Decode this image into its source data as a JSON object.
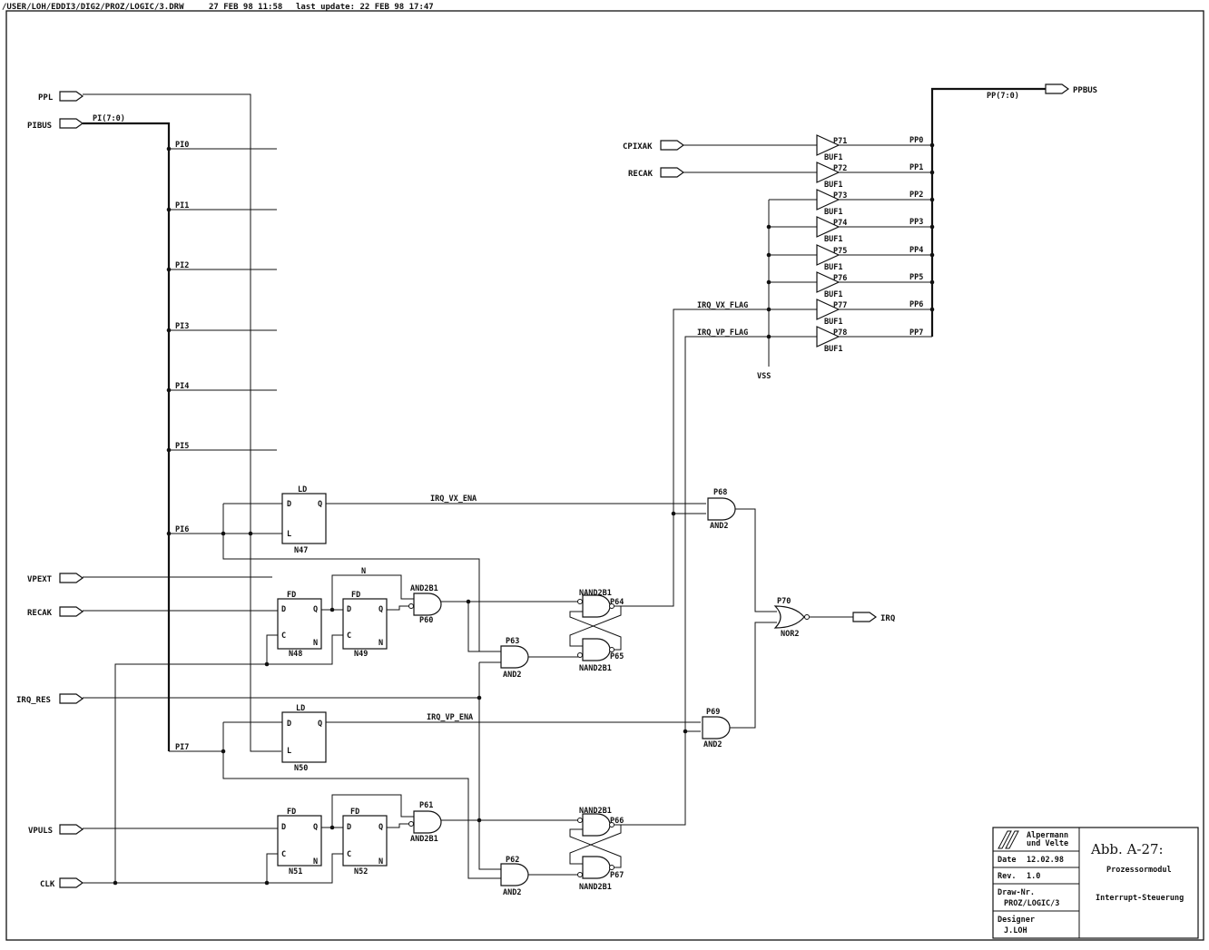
{
  "header": {
    "path": "/USER/LOH/EDDI3/DIG2/PROZ/LOGIC/3.DRW",
    "date": "27 FEB 98 11:58",
    "update": "last update: 22 FEB 98 17:47"
  },
  "ports": {
    "ppl": "PPL",
    "pibus": "PIBUS",
    "vpext": "VPEXT",
    "recak_left": "RECAK",
    "irq_res": "IRQ_RES",
    "vpuls": "VPULS",
    "clk": "CLK",
    "cpixak": "CPIXAK",
    "recak_right": "RECAK",
    "ppbus": "PPBUS",
    "irq": "IRQ"
  },
  "bus_labels": {
    "pi": "PI(7:0)",
    "pp": "PP(7:0)"
  },
  "pi_taps": [
    "PI0",
    "PI1",
    "PI2",
    "PI3",
    "PI4",
    "PI5",
    "PI6",
    "PI7"
  ],
  "pp_outputs": [
    "PP0",
    "PP1",
    "PP2",
    "PP3",
    "PP4",
    "PP5",
    "PP6",
    "PP7"
  ],
  "buffers": {
    "refs": [
      "P71",
      "P72",
      "P73",
      "P74",
      "P75",
      "P76",
      "P77",
      "P78"
    ],
    "type": "BUF1"
  },
  "nets": {
    "irq_vx_flag": "IRQ_VX_FLAG",
    "irq_vp_flag": "IRQ_VP_FLAG",
    "vss": "VSS",
    "irq_vx_ena": "IRQ_VX_ENA",
    "irq_vp_ena": "IRQ_VP_ENA",
    "n": "N"
  },
  "latches": [
    {
      "type": "LD",
      "ref": "N47",
      "d": "D",
      "q": "Q",
      "l": "L"
    },
    {
      "type": "LD",
      "ref": "N50",
      "d": "D",
      "q": "Q",
      "l": "L"
    }
  ],
  "flipflops": [
    {
      "type": "FD",
      "ref": "N48",
      "d": "D",
      "q": "Q",
      "c": "C",
      "n": "N"
    },
    {
      "type": "FD",
      "ref": "N49",
      "d": "D",
      "q": "Q",
      "c": "C",
      "n": "N"
    },
    {
      "type": "FD",
      "ref": "N51",
      "d": "D",
      "q": "Q",
      "c": "C",
      "n": "N"
    },
    {
      "type": "FD",
      "ref": "N52",
      "d": "D",
      "q": "Q",
      "c": "C",
      "n": "N"
    }
  ],
  "gates": {
    "p68": {
      "ref": "P68",
      "type": "AND2"
    },
    "p69": {
      "ref": "P69",
      "type": "AND2"
    },
    "p60": {
      "ref": "P60",
      "type": "AND2B1"
    },
    "p61": {
      "ref": "P61",
      "type": "AND2B1"
    },
    "p63": {
      "ref": "P63",
      "type": "AND2"
    },
    "p62": {
      "ref": "P62",
      "type": "AND2"
    },
    "p64": {
      "ref": "P64",
      "type": "NAND2B1"
    },
    "p65": {
      "ref": "P65",
      "type": "NAND2B1"
    },
    "p66": {
      "ref": "P66",
      "type": "NAND2B1"
    },
    "p67": {
      "ref": "P67",
      "type": "NAND2B1"
    },
    "p70": {
      "ref": "P70",
      "type": "NOR2"
    }
  },
  "title_block": {
    "company_line1": "Alpermann",
    "company_line2": "und Velte",
    "date_label": "Date",
    "date_value": "12.02.98",
    "rev_label": "Rev.",
    "rev_value": "1.0",
    "drawno_label": "Draw-Nr.",
    "drawno_value": "PROZ/LOGIC/3",
    "designer_label": "Designer",
    "designer_value": "J.LOH",
    "figure": "Abb. A-27:",
    "subtitle1": "Prozessormodul",
    "subtitle2": "Interrupt-Steuerung"
  }
}
